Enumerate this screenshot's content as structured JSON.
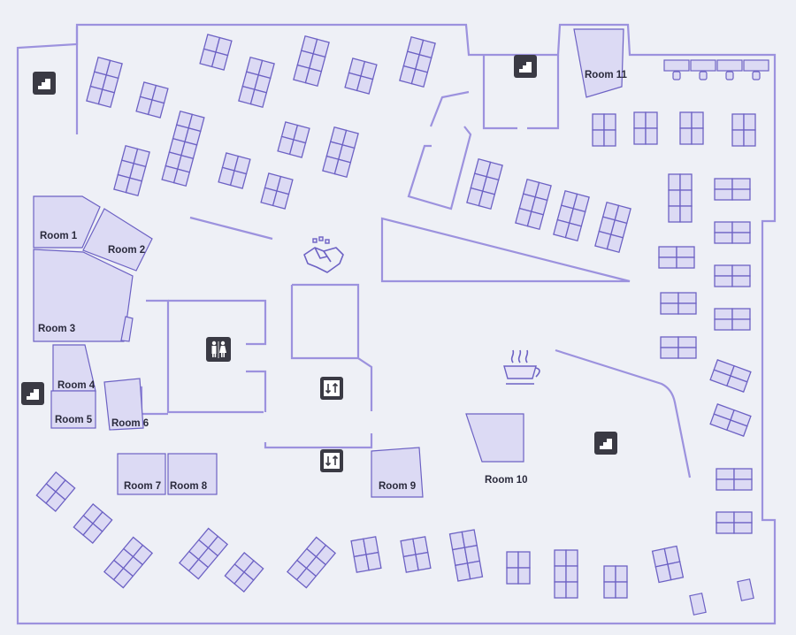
{
  "floor_plan": {
    "background": "#eef0f6",
    "wall_color": "#9c92de",
    "room_fill": "#dcdaf4",
    "outline_color": "#6d62c4",
    "icon_bg": "#3a3a44"
  },
  "rooms": [
    {
      "id": "room-1",
      "label": "Room 1"
    },
    {
      "id": "room-2",
      "label": "Room 2"
    },
    {
      "id": "room-3",
      "label": "Room 3"
    },
    {
      "id": "room-4",
      "label": "Room 4"
    },
    {
      "id": "room-5",
      "label": "Room 5"
    },
    {
      "id": "room-6",
      "label": "Room 6"
    },
    {
      "id": "room-7",
      "label": "Room 7"
    },
    {
      "id": "room-8",
      "label": "Room 8"
    },
    {
      "id": "room-9",
      "label": "Room 9"
    },
    {
      "id": "room-10",
      "label": "Room 10"
    },
    {
      "id": "room-11",
      "label": "Room 11"
    }
  ],
  "icons": [
    {
      "name": "stairs-icon",
      "count": 4
    },
    {
      "name": "restroom-icon",
      "count": 1
    },
    {
      "name": "elevator-icon",
      "count": 2
    },
    {
      "name": "handshake-icon",
      "count": 1
    },
    {
      "name": "coffee-icon",
      "count": 1
    }
  ]
}
